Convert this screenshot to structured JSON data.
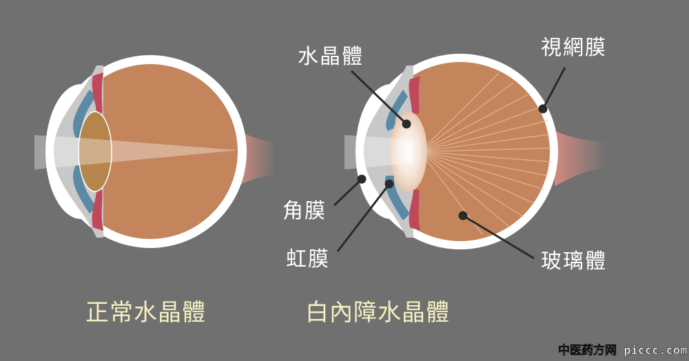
{
  "labels": {
    "lens": "水晶體",
    "retina": "視網膜",
    "cornea": "角膜",
    "iris": "虹膜",
    "vitreous": "玻璃體"
  },
  "captions": {
    "normal": "正常水晶體",
    "cataract": "白內障水晶體"
  },
  "watermark": "中医药方网 piccc.com",
  "colors": {
    "background": "#707070",
    "eyeball": "#c4855c",
    "sclera": "#ffffff",
    "iris": "#5a8aa6",
    "ciliary": "#c0485a",
    "lens_normal": "#b5854c",
    "caption": "#f6f0c0"
  }
}
